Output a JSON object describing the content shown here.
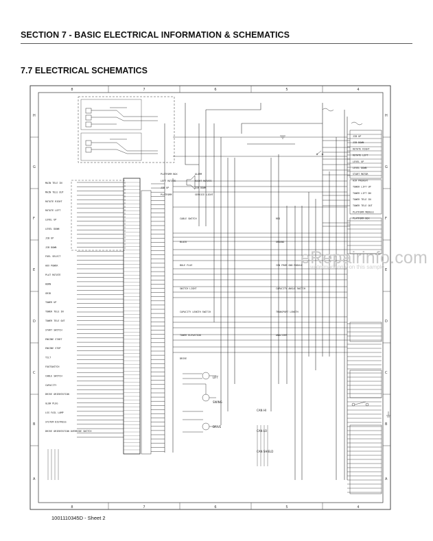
{
  "header": {
    "section_title": "SECTION 7 - BASIC ELECTRICAL INFORMATION & SCHEMATICS"
  },
  "page": {
    "heading": "7.7     ELECTRICAL SCHEMATICS"
  },
  "drawing": {
    "sheet_label": "1001110345D - Sheet 2",
    "zone_columns_top": [
      "8",
      "7",
      "6",
      "5",
      "4"
    ],
    "zone_columns_bottom": [
      "8",
      "7",
      "6",
      "5",
      "4"
    ],
    "zone_rows": [
      "H",
      "G",
      "F",
      "E",
      "D",
      "C",
      "B",
      "A"
    ]
  },
  "watermark": {
    "text": "eRepairinfo.com",
    "subtext": "watermark only on this sample"
  },
  "labels": {
    "left_inputs": [
      "MAIN TELE IN",
      "MAIN TELE OUT",
      "ROTATE RIGHT",
      "ROTATE LEFT",
      "LEVEL UP",
      "LEVEL DOWN",
      "JIB UP",
      "JIB DOWN",
      "FUEL SELECT",
      "AUX POWER",
      "PLAT ROTATE",
      "HORN",
      "GRID",
      "TOWER UP",
      "TOWER TELE IN",
      "TOWER TELE OUT",
      "START SWITCH",
      "ENGINE START",
      "ENGINE STOP",
      "TILT",
      "FOOTSWITCH",
      "CABLE SWITCH",
      "CAPACITY",
      "DRIVE ORIENTATION",
      "GLOW PLUG",
      "LSS FAIL LAMP",
      "SYSTEM DISTRESS",
      "DRIVE ORIENTATION OVERRIDE SWITCH"
    ],
    "right_outputs": [
      "JIB UP",
      "JIB DOWN",
      "ROTATE RIGHT",
      "ROTATE LEFT",
      "LEVEL UP",
      "LEVEL DOWN",
      "START MOTOR",
      "AIR PREHEAT",
      "TOWER LIFT UP",
      "TOWER LIFT DN",
      "TOWER TELE IN",
      "TOWER TELE OUT",
      "PLATFORM MODULE",
      "PLATFORM BOX"
    ],
    "top_center": [
      "PLATFORM BOX",
      "ALARM",
      "LEFT ROTATE",
      "RIGHT ROTATE",
      "JIB UP",
      "JIB DOWN",
      "PLATFORM",
      "SERVICE LIGHT"
    ],
    "center": [
      "CABLE SWITCH",
      "RED",
      "BLACK",
      "GROUND",
      "BOLE FLUE",
      "IGN FROM GND MODULE",
      "SWITCH LIGHT",
      "CAPACITY ANGLE SWITCH",
      "CAPACITY LENGTH SWITCH",
      "TRANSPORT LENGTH",
      "TOWER ELEVATION",
      "ANALYZER",
      "DRIVE"
    ],
    "bottom_center": [
      "LIFT",
      "SWING",
      "DRIVE",
      "CAN HI",
      "CAN LO",
      "CAN SHIELD"
    ]
  }
}
